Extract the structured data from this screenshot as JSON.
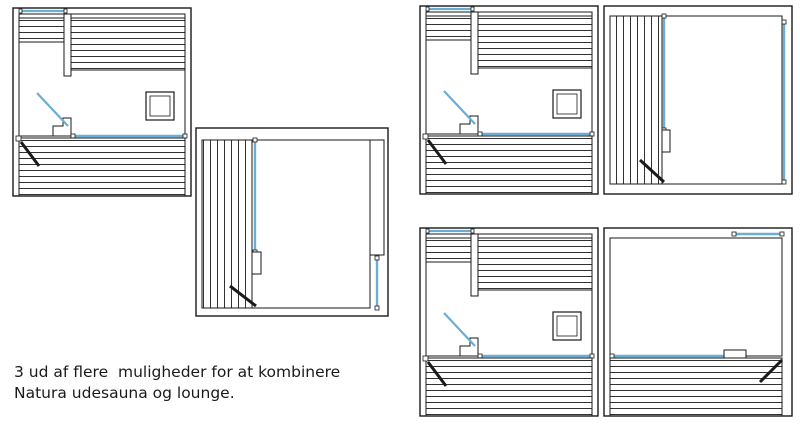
{
  "caption": {
    "line1": "3 ud af flere  muligheder for at kombinere",
    "line2": "Natura udesauna og lounge."
  },
  "colors": {
    "wall": "#1a1a1a",
    "glass": "#6aaed6",
    "background": "#ffffff"
  },
  "plans": [
    {
      "name": "plan-offset-lounge",
      "layout": "sauna with lounge offset to lower right"
    },
    {
      "name": "plan-side-lounge",
      "layout": "sauna with lounge attached on the right"
    },
    {
      "name": "plan-extended-deck",
      "layout": "sauna with lounge and shared deck"
    }
  ]
}
